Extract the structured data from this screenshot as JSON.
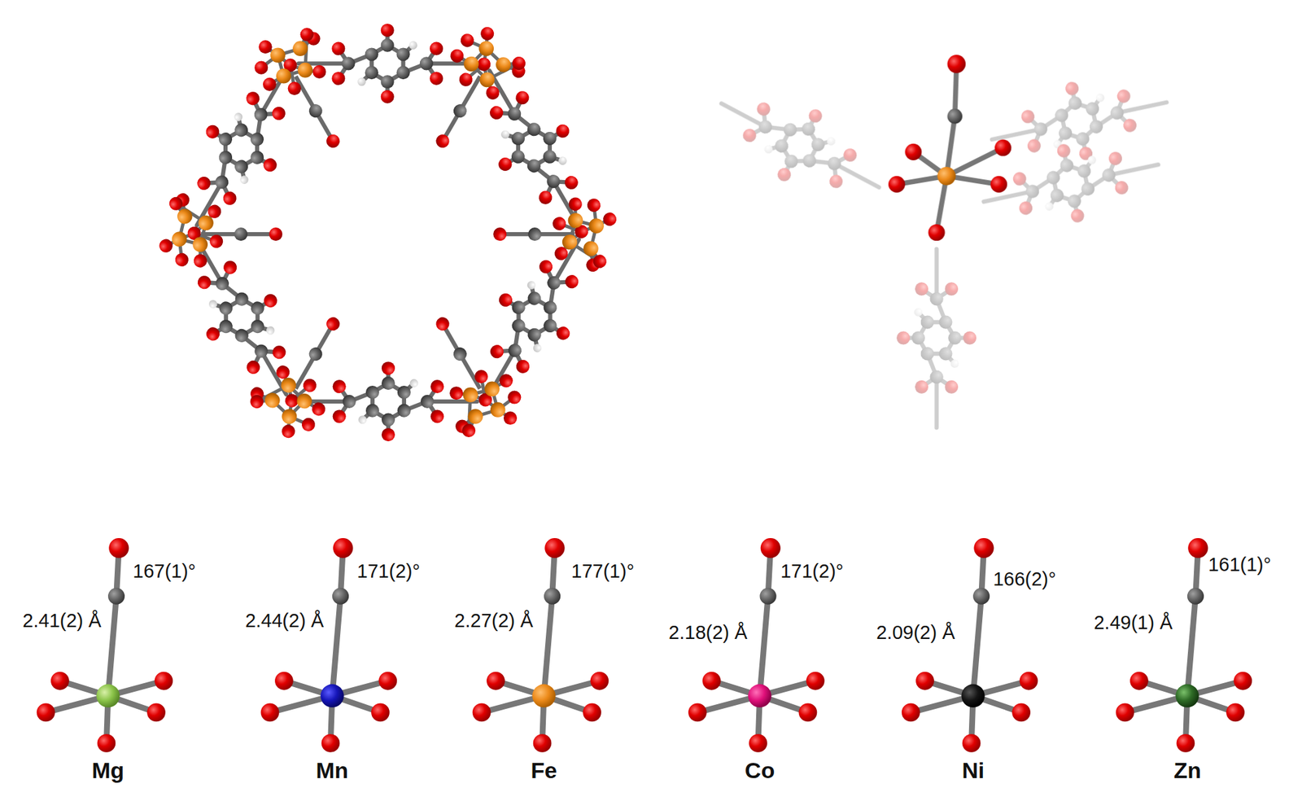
{
  "diagram": {
    "labels": [
      "2.41(2) Å",
      "167(1)°",
      "Mg",
      "2.44(2) Å",
      "171(2)°",
      "Mn",
      "2.27(2) Å",
      "177(1)°",
      "Fe",
      "2.18(2) Å",
      "171(2)°",
      "Co",
      "2.09(2) Å",
      "166(2)°",
      "Ni",
      "2.49(1) Å",
      "161(1)°",
      "Zn"
    ]
  }
}
